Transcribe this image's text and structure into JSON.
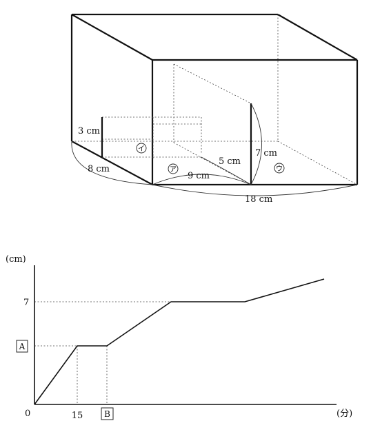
{
  "figure": {
    "label_3cm": "3 cm",
    "label_8cm": "8 cm",
    "label_i": "イ",
    "label_a": "ア",
    "label_9cm": "9 cm",
    "label_5cm": "5 cm",
    "label_7cm": "7 cm",
    "label_u": "ウ",
    "label_18cm": "18 cm"
  },
  "graph": {
    "y_unit": "(cm)",
    "x_unit": "(分)",
    "y_tick_7": "7",
    "y_box_A": "A",
    "x_tick_0": "0",
    "x_tick_15": "15",
    "x_box_B": "B"
  }
}
